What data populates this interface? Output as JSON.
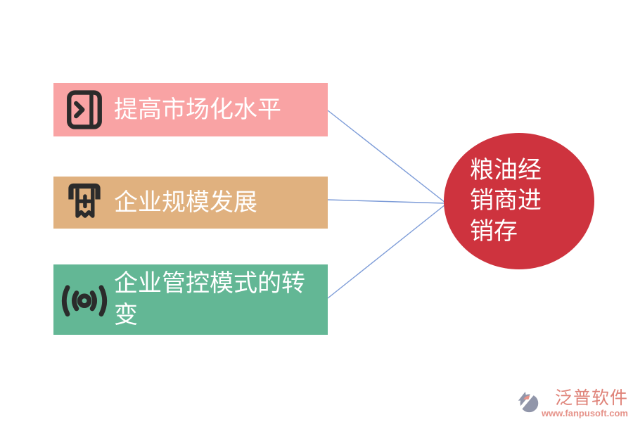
{
  "diagram": {
    "nodes": [
      {
        "label": "提高市场化水平",
        "color": "#F9A3A4",
        "icon": "journal-arrow-icon"
      },
      {
        "label": "企业规模发展",
        "color": "#E0B17F",
        "icon": "receipt-plus-icon"
      },
      {
        "label": "企业管控模式的转变",
        "color": "#63B795",
        "icon": "broadcast-signal-icon"
      }
    ],
    "center_node": {
      "label": "粮油经销商进销存",
      "color": "#CE333E",
      "shape": "circle"
    },
    "connector_color": "#7D9CD8",
    "icon_color": "#2B2B2B",
    "text_color": "#FFFFFF"
  },
  "watermark": {
    "brand": "泛普软件",
    "url": "www.fanpusoft.com",
    "color": "#E6938A"
  }
}
